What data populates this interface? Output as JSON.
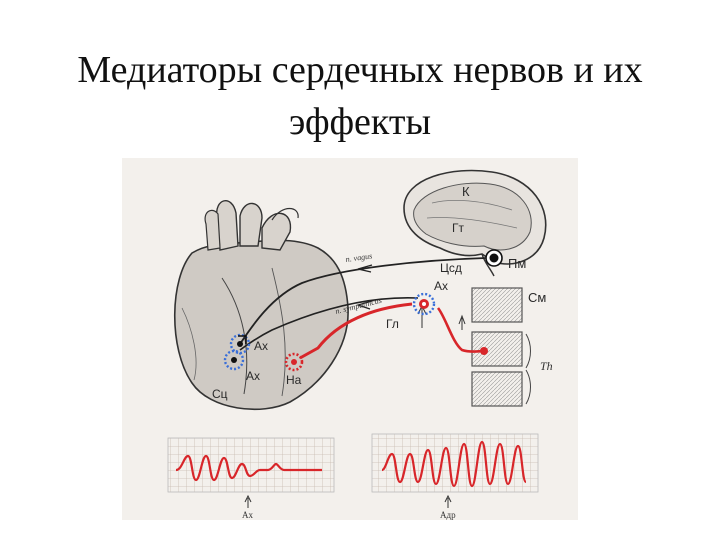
{
  "title": {
    "line1": "Медиаторы сердечных нервов и их",
    "line2": "эффекты"
  },
  "diagram": {
    "labels": {
      "cortex": "К",
      "hypothalamus": "Гт",
      "medulla": "Пм",
      "vagus_center": "Цсд",
      "spinal_cord": "См",
      "ganglion": "Гл",
      "ach_ganglion": "Ах",
      "ach_heart_1": "Ах",
      "ach_heart_2": "Ах",
      "noradrenaline": "На",
      "sinus_node": "Сц",
      "thoracic": "Th",
      "vagus_nerve": "n. vagus",
      "sympathetic_nerve": "n. sympathicus",
      "ecg_left_marker": "Ах",
      "ecg_right_marker": "Адр"
    },
    "colors": {
      "background": "#f3f0ec",
      "red_nerve": "#d8262a",
      "blue_dots": "#3a6fd8",
      "line": "#222222",
      "grid": "#c9bcb2"
    }
  }
}
